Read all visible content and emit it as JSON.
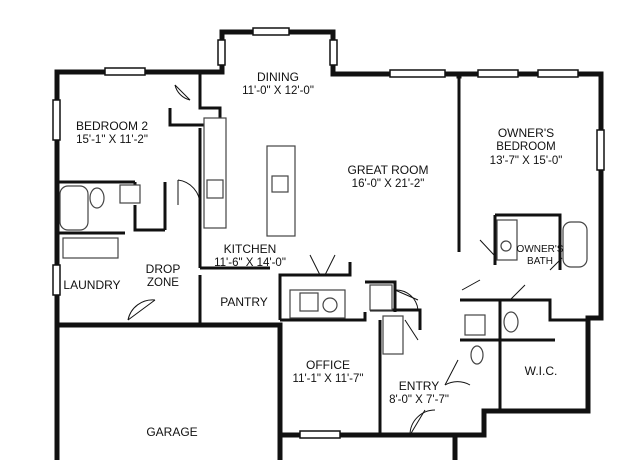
{
  "floor_plan": {
    "rooms": {
      "dining": {
        "name": "DINING",
        "dims": "11'-0\" X 12'-0\""
      },
      "bedroom2": {
        "name": "BEDROOM 2",
        "dims": "15'-1\" X 11'-2\""
      },
      "great_room": {
        "name": "GREAT ROOM",
        "dims": "16'-0\" X 21'-2\""
      },
      "owners_bedroom": {
        "name": "OWNER'S",
        "name2": "BEDROOM",
        "dims": "13'-7\" X 15'-0\""
      },
      "kitchen": {
        "name": "KITCHEN",
        "dims": "11'-6\" X 14'-0\""
      },
      "owners_bath": {
        "name": "OWNER'S",
        "name2": "BATH"
      },
      "drop_zone": {
        "name": "DROP",
        "name2": "ZONE"
      },
      "laundry": {
        "name": "LAUNDRY"
      },
      "pantry": {
        "name": "PANTRY"
      },
      "office": {
        "name": "OFFICE",
        "dims": "11'-1\" X 11'-7\""
      },
      "entry": {
        "name": "ENTRY",
        "dims": "8'-0\" X 7'-7\""
      },
      "wic": {
        "name": "W.I.C."
      },
      "garage": {
        "name": "GARAGE"
      }
    },
    "colors": {
      "wall": "#111111",
      "fixture": "#444444",
      "background": "#ffffff"
    }
  }
}
